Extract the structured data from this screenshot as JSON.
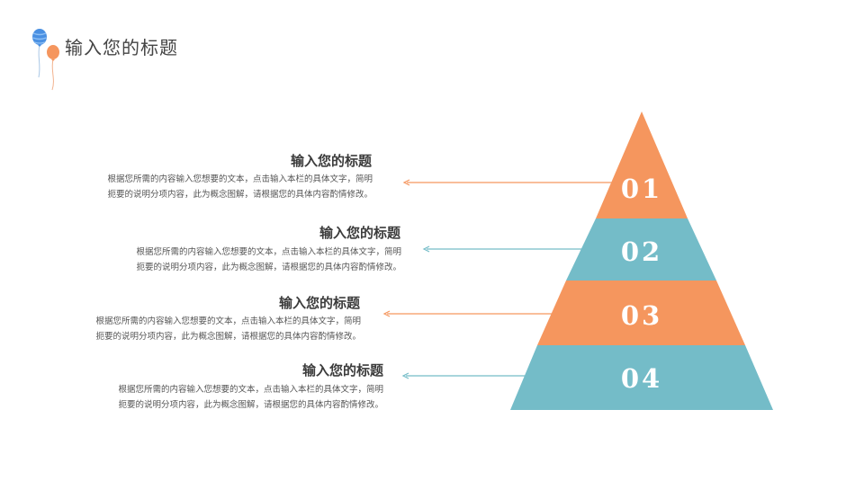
{
  "header": {
    "title": "输入您的标题",
    "logo_icon": "balloons-icon"
  },
  "colors": {
    "orange": "#F5965E",
    "teal": "#74BCC8",
    "text_dark": "#3c3c3c",
    "text_body": "#555555"
  },
  "pyramid": {
    "layers": [
      {
        "number": "01",
        "color": "#F5965E"
      },
      {
        "number": "02",
        "color": "#74BCC8"
      },
      {
        "number": "03",
        "color": "#F5965E"
      },
      {
        "number": "04",
        "color": "#74BCC8"
      }
    ]
  },
  "items": [
    {
      "title": "输入您的标题",
      "desc_line1": "根据您所需的内容输入您想要的文本，点击输入本栏的具体文字，简明",
      "desc_line2": "扼要的说明分项内容，此为概念图解，请根据您的具体内容酌情修改。"
    },
    {
      "title": "输入您的标题",
      "desc_line1": "根据您所需的内容输入您想要的文本，点击输入本栏的具体文字，简明",
      "desc_line2": "扼要的说明分项内容，此为概念图解，请根据您的具体内容酌情修改。"
    },
    {
      "title": "输入您的标题",
      "desc_line1": "根据您所需的内容输入您想要的文本，点击输入本栏的具体文字，简明",
      "desc_line2": "扼要的说明分项内容，此为概念图解，请根据您的具体内容酌情修改。"
    },
    {
      "title": "输入您的标题",
      "desc_line1": "根据您所需的内容输入您想要的文本，点击输入本栏的具体文字，简明",
      "desc_line2": "扼要的说明分项内容，此为概念图解，请根据您的具体内容酌情修改。"
    }
  ]
}
